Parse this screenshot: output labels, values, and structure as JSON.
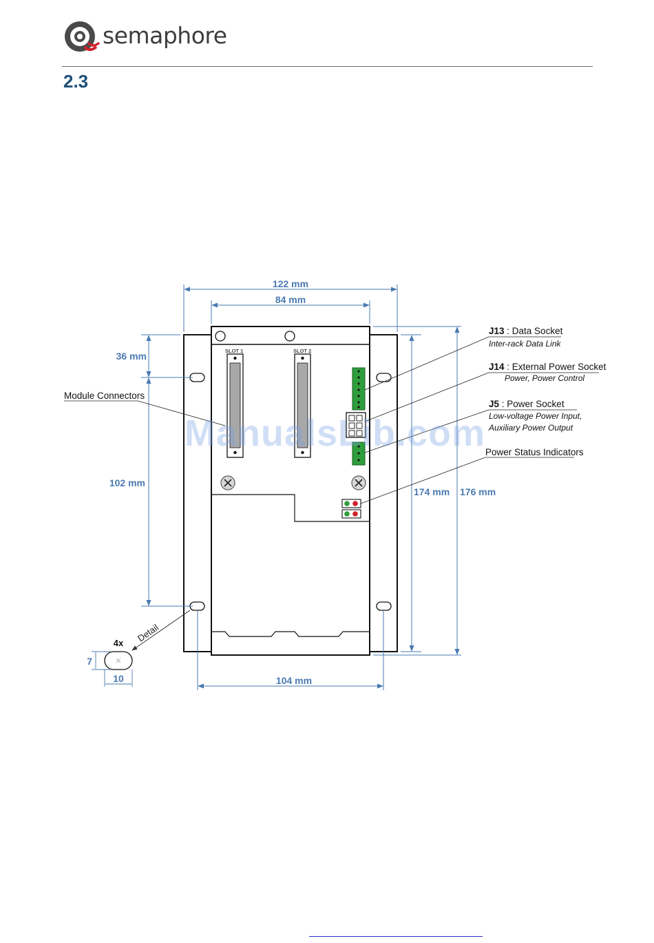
{
  "header": {
    "brand": "semaphore",
    "section_number": "2.3"
  },
  "watermark": "ManualsLib.com",
  "diagram": {
    "dimensions": {
      "overall_width": "122 mm",
      "inner_width": "84 mm",
      "top_offset": "36 mm",
      "hole_spacing_vertical": "102 mm",
      "inner_height": "174 mm",
      "overall_height": "176 mm",
      "hole_spacing_horizontal": "104 mm"
    },
    "slots": [
      "SLOT 1",
      "SLOT 2"
    ],
    "callouts": {
      "module_connectors": "Module Connectors",
      "j13_code": "J13",
      "j13_name": " : Data Socket",
      "j13_desc": "Inter-rack Data Link",
      "j14_code": "J14",
      "j14_name": " : External Power Socket",
      "j14_desc": "Power, Power Control",
      "j5_code": "J5",
      "j5_name": " : Power Socket",
      "j5_desc_1": "Low-voltage Power Input,",
      "j5_desc_2": "Auxiliary Power Output",
      "power_status": "Power Status Indicators"
    },
    "detail": {
      "label": "Detail",
      "count": "4x",
      "height": "7",
      "width": "10"
    },
    "colors": {
      "dimension": "#4a7ab0",
      "connector_green": "#2e9e3c",
      "led_green": "#2e9e3c",
      "led_red": "#d0202a"
    }
  }
}
